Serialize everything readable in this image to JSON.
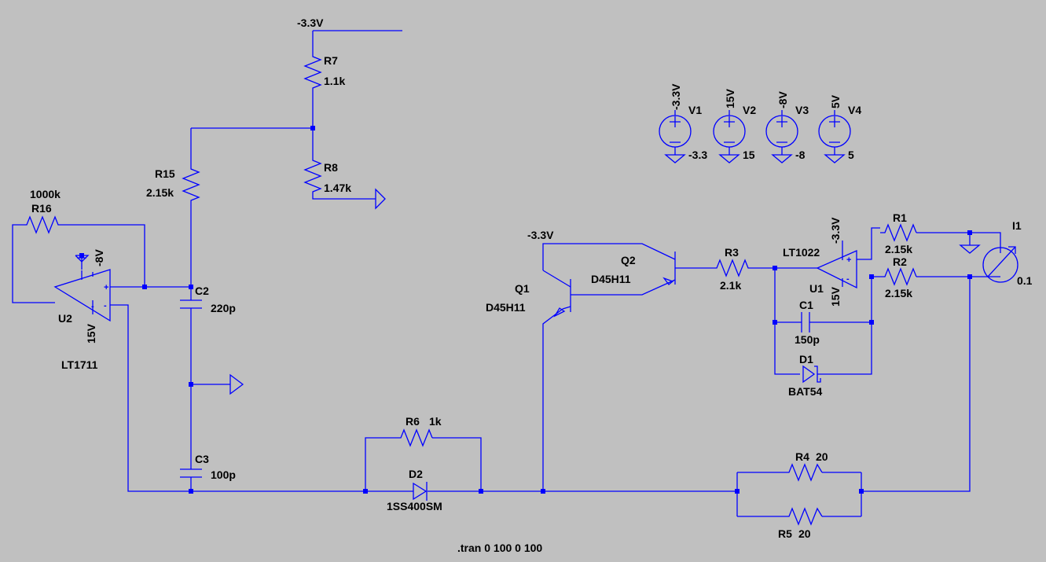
{
  "directive": ".tran 0 100 0 100",
  "colors": {
    "background": "#c0c0c0",
    "wire": "#0000ff",
    "text": "#000000"
  },
  "nets": {
    "vee": "-3.3V",
    "vcc": "15V",
    "v8": "-8V",
    "v5": "5V"
  },
  "parts": {
    "R7": {
      "name": "R7",
      "value": "1.1k"
    },
    "R8": {
      "name": "R8",
      "value": "1.47k"
    },
    "R15": {
      "name": "R15",
      "value": "2.15k"
    },
    "R16": {
      "name": "R16",
      "value": "1000k"
    },
    "C2": {
      "name": "C2",
      "value": "220p"
    },
    "C3": {
      "name": "C3",
      "value": "100p"
    },
    "U2": {
      "name": "U2",
      "value": "LT1711"
    },
    "R6": {
      "name": "R6",
      "value": "1k"
    },
    "D2": {
      "name": "D2",
      "value": "1SS400SM"
    },
    "Q1": {
      "name": "Q1",
      "value": "D45H11"
    },
    "Q2": {
      "name": "Q2",
      "value": "D45H11"
    },
    "R3": {
      "name": "R3",
      "value": "2.1k"
    },
    "U1": {
      "name": "U1",
      "value": "LT1022"
    },
    "C1": {
      "name": "C1",
      "value": "150p"
    },
    "D1": {
      "name": "D1",
      "value": "BAT54"
    },
    "R1": {
      "name": "R1",
      "value": "2.15k"
    },
    "R2": {
      "name": "R2",
      "value": "2.15k"
    },
    "I1": {
      "name": "I1",
      "value": "0.1"
    },
    "R4": {
      "name": "R4",
      "value": "20"
    },
    "R5": {
      "name": "R5",
      "value": "20"
    },
    "V1": {
      "name": "V1",
      "value": "-3.3",
      "net": "-3.3V"
    },
    "V2": {
      "name": "V2",
      "value": "15",
      "net": "15V"
    },
    "V3": {
      "name": "V3",
      "value": "-8",
      "net": "-8V"
    },
    "V4": {
      "name": "V4",
      "value": "5",
      "net": "5V"
    }
  }
}
